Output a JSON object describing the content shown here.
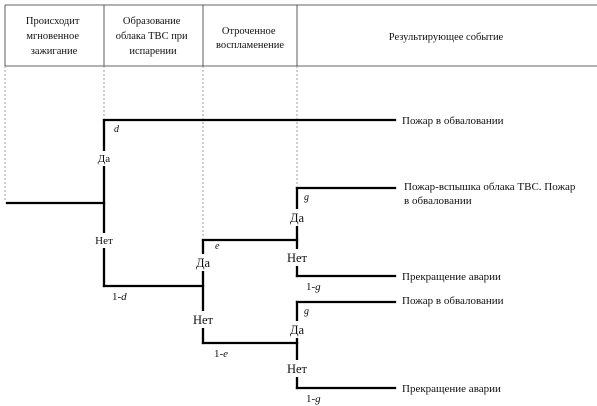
{
  "columns": [
    {
      "lines": [
        "Происходит",
        "мгновенное",
        "зажигание"
      ]
    },
    {
      "lines": [
        "Образование",
        "облака ТВС при",
        "испарении"
      ]
    },
    {
      "lines": [
        "Отроченное",
        "воспламенение"
      ]
    },
    {
      "lines": [
        "Результирующее событие"
      ]
    }
  ],
  "nodes": {
    "yes": "Да",
    "no": "Нет"
  },
  "probabilities": {
    "d": "d",
    "one_minus_d": "1-",
    "d_sym": "d",
    "e": "e",
    "one_minus_e": "1-",
    "e_sym": "e",
    "g": "g",
    "one_minus_g": "1-",
    "g_sym": "g"
  },
  "outcomes": {
    "o1": {
      "lines": [
        "Пожар в обваловании"
      ]
    },
    "o2": {
      "lines": [
        "Пожар-вспышка облака ТВС. Пожар",
        "в обваловании"
      ]
    },
    "o3": {
      "lines": [
        "Прекращение аварии"
      ]
    },
    "o4": {
      "lines": [
        "Пожар в обваловании"
      ]
    },
    "o5": {
      "lines": [
        "Прекращение аварии"
      ]
    }
  }
}
